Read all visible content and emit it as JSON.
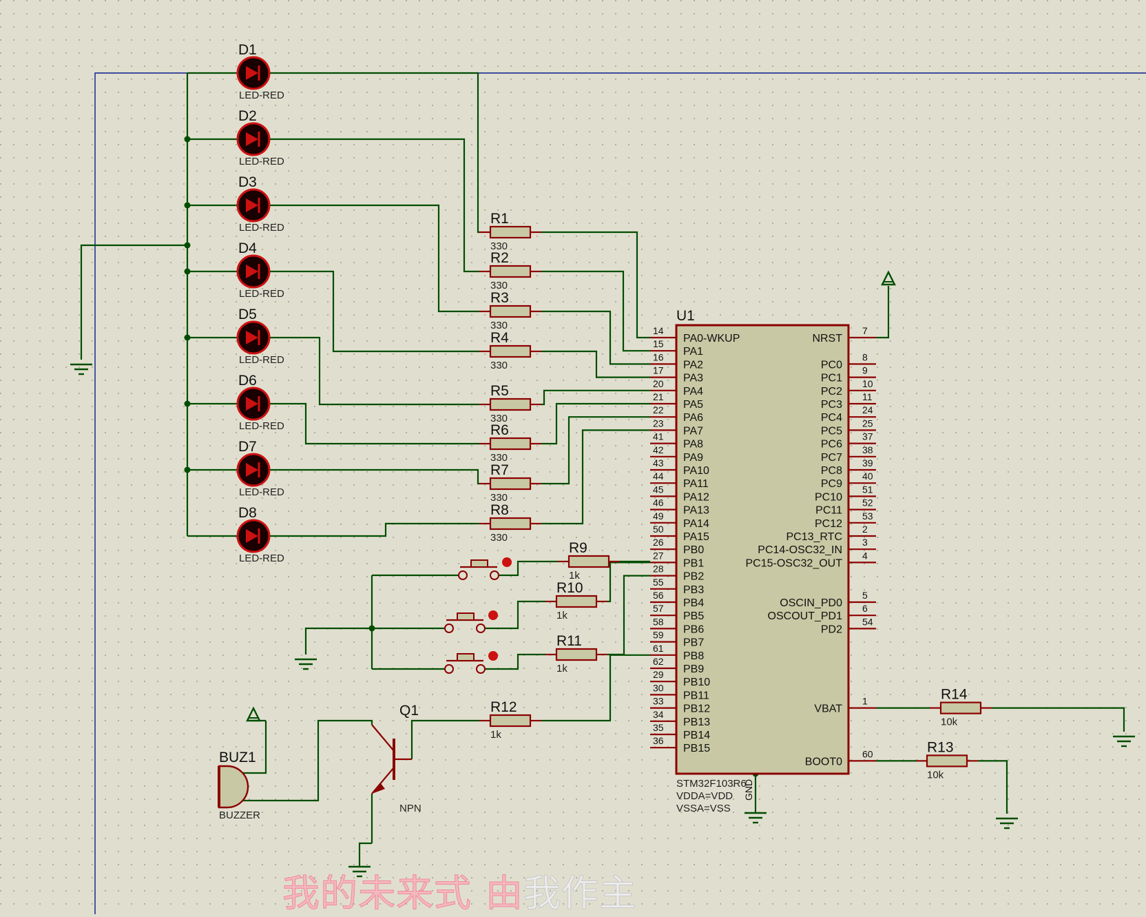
{
  "leds": [
    {
      "ref": "D1",
      "value": "LED-RED"
    },
    {
      "ref": "D2",
      "value": "LED-RED"
    },
    {
      "ref": "D3",
      "value": "LED-RED"
    },
    {
      "ref": "D4",
      "value": "LED-RED"
    },
    {
      "ref": "D5",
      "value": "LED-RED"
    },
    {
      "ref": "D6",
      "value": "LED-RED"
    },
    {
      "ref": "D7",
      "value": "LED-RED"
    },
    {
      "ref": "D8",
      "value": "LED-RED"
    }
  ],
  "led_resistors": [
    {
      "ref": "R1",
      "value": "330"
    },
    {
      "ref": "R2",
      "value": "330"
    },
    {
      "ref": "R3",
      "value": "330"
    },
    {
      "ref": "R4",
      "value": "330"
    },
    {
      "ref": "R5",
      "value": "330"
    },
    {
      "ref": "R6",
      "value": "330"
    },
    {
      "ref": "R7",
      "value": "330"
    },
    {
      "ref": "R8",
      "value": "330"
    }
  ],
  "switch_resistors": [
    {
      "ref": "R9",
      "value": "1k"
    },
    {
      "ref": "R10",
      "value": "1k"
    },
    {
      "ref": "R11",
      "value": "1k"
    }
  ],
  "r12": {
    "ref": "R12",
    "value": "1k"
  },
  "r13": {
    "ref": "R13",
    "value": "10k"
  },
  "r14": {
    "ref": "R14",
    "value": "10k"
  },
  "transistor": {
    "ref": "Q1",
    "type": "NPN"
  },
  "buzzer": {
    "ref": "BUZ1",
    "type": "BUZZER"
  },
  "mcu": {
    "ref": "U1",
    "part": "STM32F103R6",
    "note1": "VDDA=VDD",
    "note2": "VSSA=VSS",
    "gnd_label": "GND",
    "left_pins": [
      {
        "num": "14",
        "name": "PA0-WKUP"
      },
      {
        "num": "15",
        "name": "PA1"
      },
      {
        "num": "16",
        "name": "PA2"
      },
      {
        "num": "17",
        "name": "PA3"
      },
      {
        "num": "20",
        "name": "PA4"
      },
      {
        "num": "21",
        "name": "PA5"
      },
      {
        "num": "22",
        "name": "PA6"
      },
      {
        "num": "23",
        "name": "PA7"
      },
      {
        "num": "41",
        "name": "PA8"
      },
      {
        "num": "42",
        "name": "PA9"
      },
      {
        "num": "43",
        "name": "PA10"
      },
      {
        "num": "44",
        "name": "PA11"
      },
      {
        "num": "45",
        "name": "PA12"
      },
      {
        "num": "46",
        "name": "PA13"
      },
      {
        "num": "49",
        "name": "PA14"
      },
      {
        "num": "50",
        "name": "PA15"
      },
      {
        "num": "26",
        "name": "PB0"
      },
      {
        "num": "27",
        "name": "PB1"
      },
      {
        "num": "28",
        "name": "PB2"
      },
      {
        "num": "55",
        "name": "PB3"
      },
      {
        "num": "56",
        "name": "PB4"
      },
      {
        "num": "57",
        "name": "PB5"
      },
      {
        "num": "58",
        "name": "PB6"
      },
      {
        "num": "59",
        "name": "PB7"
      },
      {
        "num": "61",
        "name": "PB8"
      },
      {
        "num": "62",
        "name": "PB9"
      },
      {
        "num": "29",
        "name": "PB10"
      },
      {
        "num": "30",
        "name": "PB11"
      },
      {
        "num": "33",
        "name": "PB12"
      },
      {
        "num": "34",
        "name": "PB13"
      },
      {
        "num": "35",
        "name": "PB14"
      },
      {
        "num": "36",
        "name": "PB15"
      }
    ],
    "right_pins": [
      {
        "num": "7",
        "name": "NRST",
        "slot": 0
      },
      {
        "num": "8",
        "name": "PC0",
        "slot": 2
      },
      {
        "num": "9",
        "name": "PC1",
        "slot": 3
      },
      {
        "num": "10",
        "name": "PC2",
        "slot": 4
      },
      {
        "num": "11",
        "name": "PC3",
        "slot": 5
      },
      {
        "num": "24",
        "name": "PC4",
        "slot": 6
      },
      {
        "num": "25",
        "name": "PC5",
        "slot": 7
      },
      {
        "num": "37",
        "name": "PC6",
        "slot": 8
      },
      {
        "num": "38",
        "name": "PC7",
        "slot": 9
      },
      {
        "num": "39",
        "name": "PC8",
        "slot": 10
      },
      {
        "num": "40",
        "name": "PC9",
        "slot": 11
      },
      {
        "num": "51",
        "name": "PC10",
        "slot": 12
      },
      {
        "num": "52",
        "name": "PC11",
        "slot": 13
      },
      {
        "num": "53",
        "name": "PC12",
        "slot": 14
      },
      {
        "num": "2",
        "name": "PC13_RTC",
        "slot": 15
      },
      {
        "num": "3",
        "name": "PC14-OSC32_IN",
        "slot": 16
      },
      {
        "num": "4",
        "name": "PC15-OSC32_OUT",
        "slot": 17
      },
      {
        "num": "5",
        "name": "OSCIN_PD0",
        "slot": 20
      },
      {
        "num": "6",
        "name": "OSCOUT_PD1",
        "slot": 21
      },
      {
        "num": "54",
        "name": "PD2",
        "slot": 22
      },
      {
        "num": "1",
        "name": "VBAT",
        "slot": 28
      },
      {
        "num": "60",
        "name": "BOOT0",
        "slot": 32
      }
    ]
  },
  "watermark": {
    "part1": "我的未来式",
    "part2": "由",
    "part3": "我作主"
  }
}
